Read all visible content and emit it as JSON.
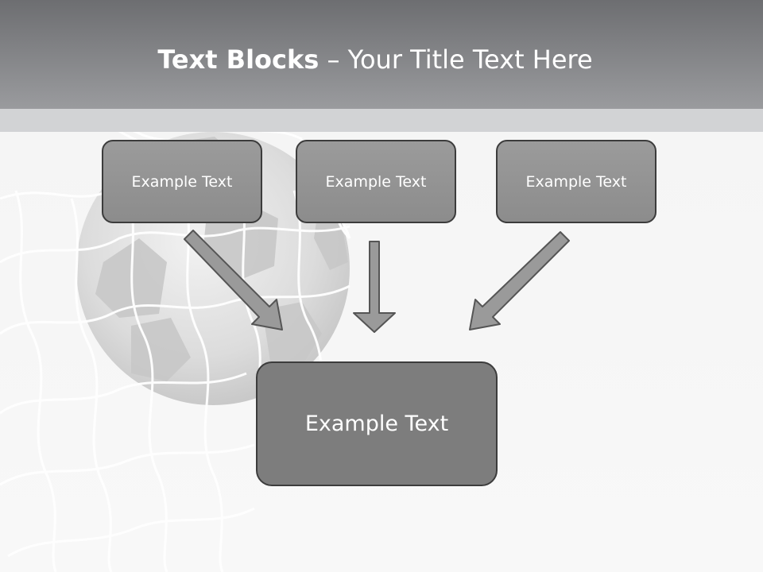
{
  "slide": {
    "title_bold": "Text Blocks",
    "title_rest": " – Your Title Text Here",
    "boxes": [
      {
        "label": "Example Text"
      },
      {
        "label": "Example Text"
      },
      {
        "label": "Example Text"
      }
    ],
    "main_box": {
      "label": "Example Text"
    }
  },
  "colors": {
    "header": "#7e7f82",
    "stripe": "#d2d3d5",
    "box_fill": "#959595",
    "main_box_fill": "#7d7d7d",
    "arrow_fill": "#999999"
  }
}
